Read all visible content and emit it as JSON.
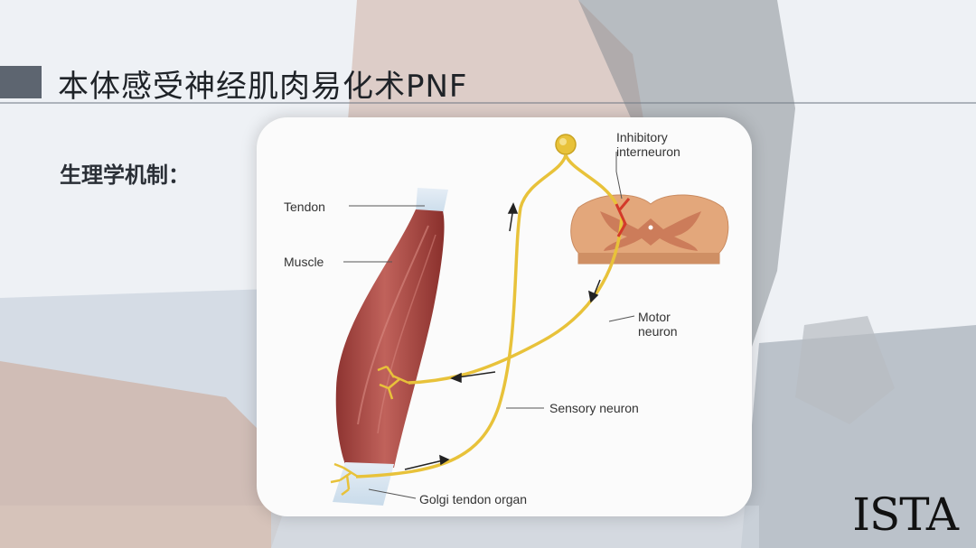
{
  "slide": {
    "title": "本体感受神经肌肉易化术PNF",
    "subtitle": "生理学机制："
  },
  "diagram": {
    "labels": {
      "tendon": "Tendon",
      "muscle": "Muscle",
      "inhibitory_line1": "Inhibitory",
      "inhibitory_line2": "interneuron",
      "motor_line1": "Motor",
      "motor_line2": "neuron",
      "sensory": "Sensory neuron",
      "golgi": "Golgi tendon organ"
    }
  },
  "logo": {
    "text": "ISTA"
  },
  "colors": {
    "nerve": "#e8c23a",
    "muscle": "#b04a45",
    "spinal_cord": "#e3a77b",
    "title_bar": "#5d6570"
  }
}
